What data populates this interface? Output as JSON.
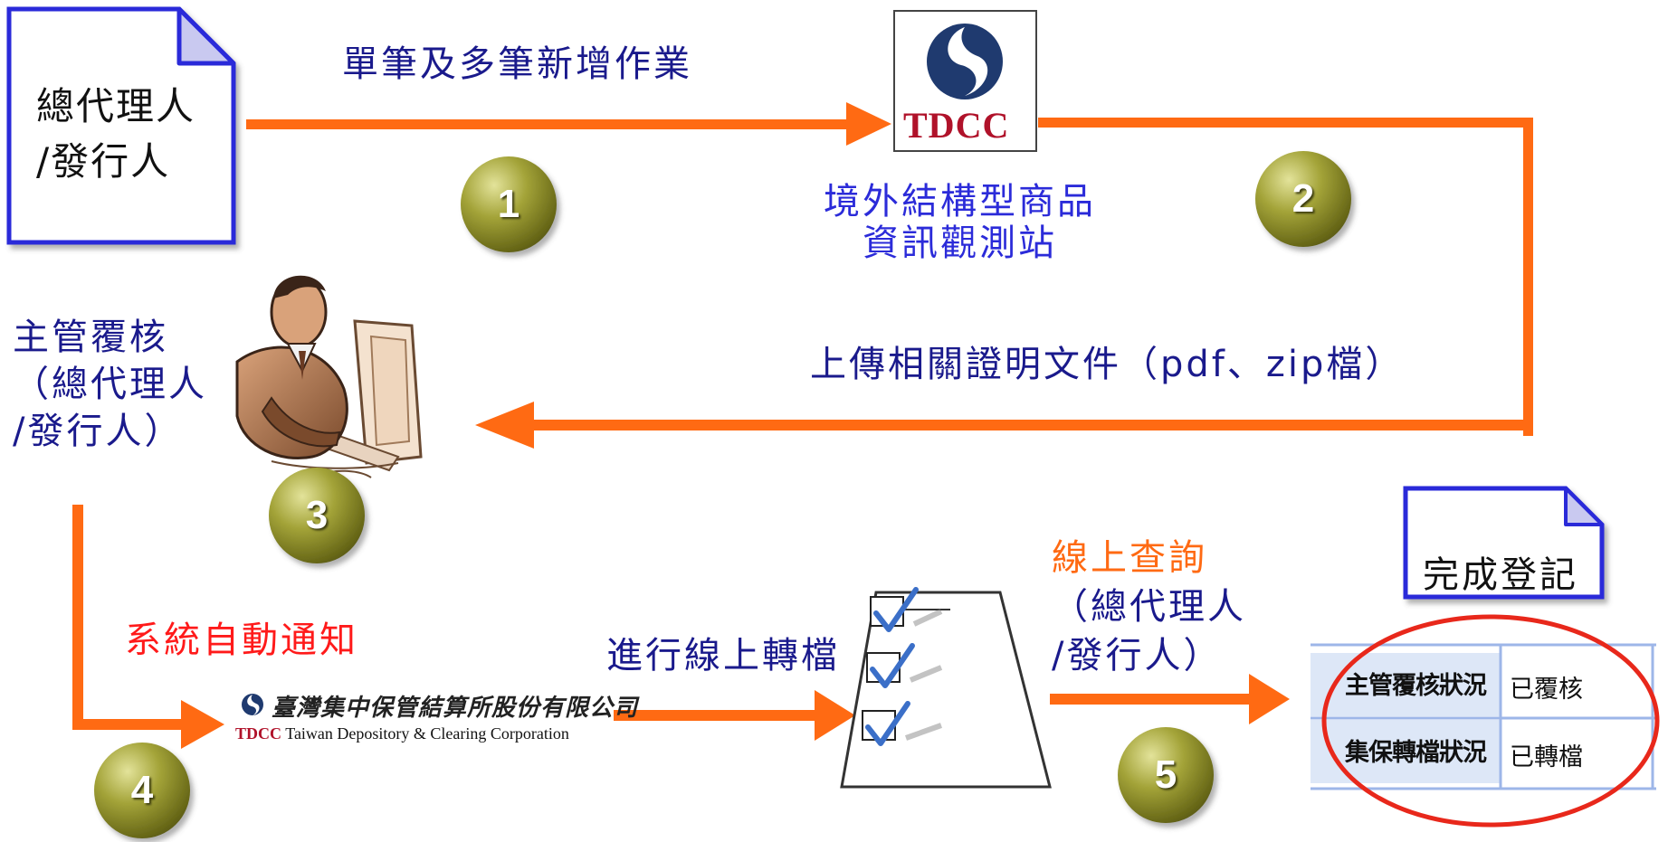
{
  "agent_doc": {
    "line1": "總代理人",
    "line2": "/發行人"
  },
  "step1_label": "單筆及多筆新增作業",
  "tdcc_logo_text": "TDCC",
  "site_name": {
    "line1": "境外結構型商品",
    "line2": "資訊觀測站"
  },
  "upload_label": "上傳相關證明文件（pdf、zip檔）",
  "review_label": {
    "line1": "主管覆核",
    "line2": "（總代理人",
    "line3": "/發行人）"
  },
  "notify_label": "系統自動通知",
  "corp_logo": {
    "chinese_name": "臺灣集中保管結算所股份有限公司",
    "english_prefix": "TDCC",
    "english_name": "Taiwan Depository & Clearing Corporation"
  },
  "transfer_label": "進行線上轉檔",
  "query_label": {
    "line1": "線上查詢",
    "line2": "（總代理人",
    "line3": "/發行人）"
  },
  "complete_doc": "完成登記",
  "status_table": [
    {
      "label": "主管覆核狀況",
      "value": "已覆核"
    },
    {
      "label": "集保轉檔狀況",
      "value": "已轉檔"
    }
  ],
  "steps": [
    "1",
    "2",
    "3",
    "4",
    "5"
  ],
  "colors": {
    "arrow": "#ff6a13",
    "badge": "#8a8a24",
    "doc_border": "#2b2bd9",
    "highlight_ellipse": "#e8281b"
  }
}
